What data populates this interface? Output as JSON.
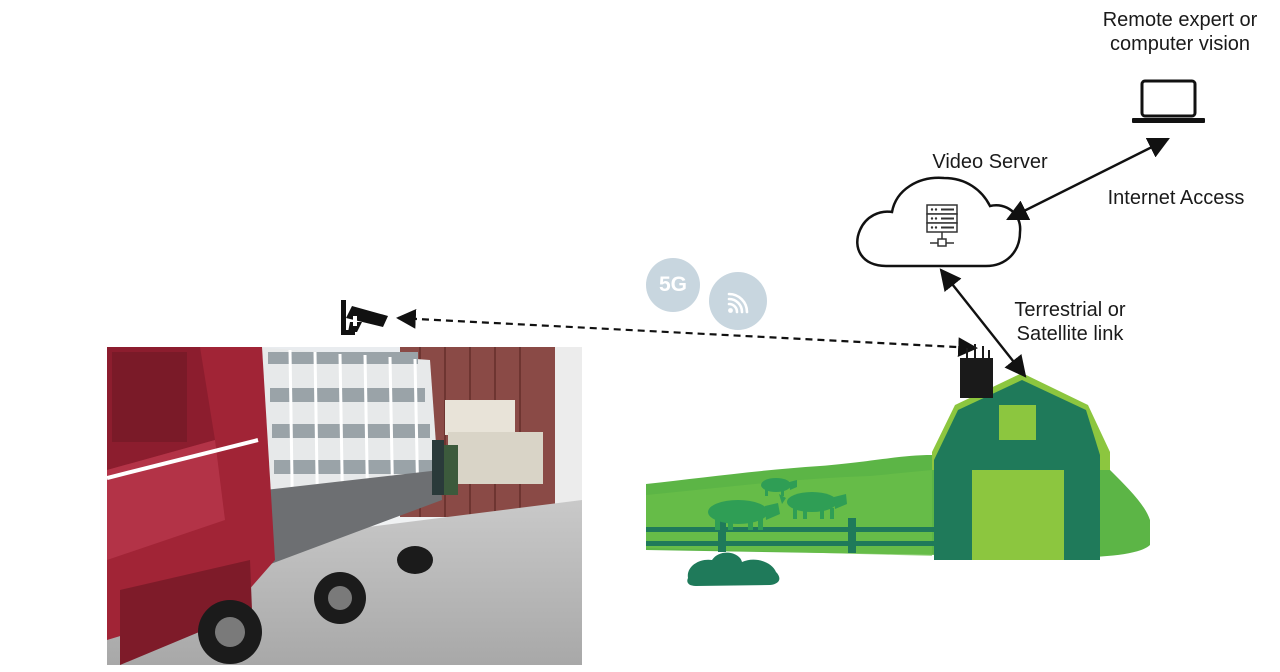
{
  "labels": {
    "remote_expert_line1": "Remote expert or",
    "remote_expert_line2": "computer vision",
    "video_server": "Video Server",
    "internet_access": "Internet Access",
    "terrestrial_line1": "Terrestrial or",
    "terrestrial_line2": "Satellite link",
    "five_g": "5G"
  },
  "icons": {
    "laptop": "laptop-icon",
    "cloud": "cloud-icon",
    "server": "server-icon",
    "camera": "security-camera-icon",
    "wifi": "wifi-icon",
    "antenna": "router-antenna-icon"
  },
  "colors": {
    "barn_dark_green": "#1f7a5a",
    "barn_light_green": "#8cc63f",
    "grass_green": "#5cb546",
    "pig_green": "#2f9e55",
    "badge_grey": "#c8d6df",
    "truck_red": "#9b2232"
  }
}
